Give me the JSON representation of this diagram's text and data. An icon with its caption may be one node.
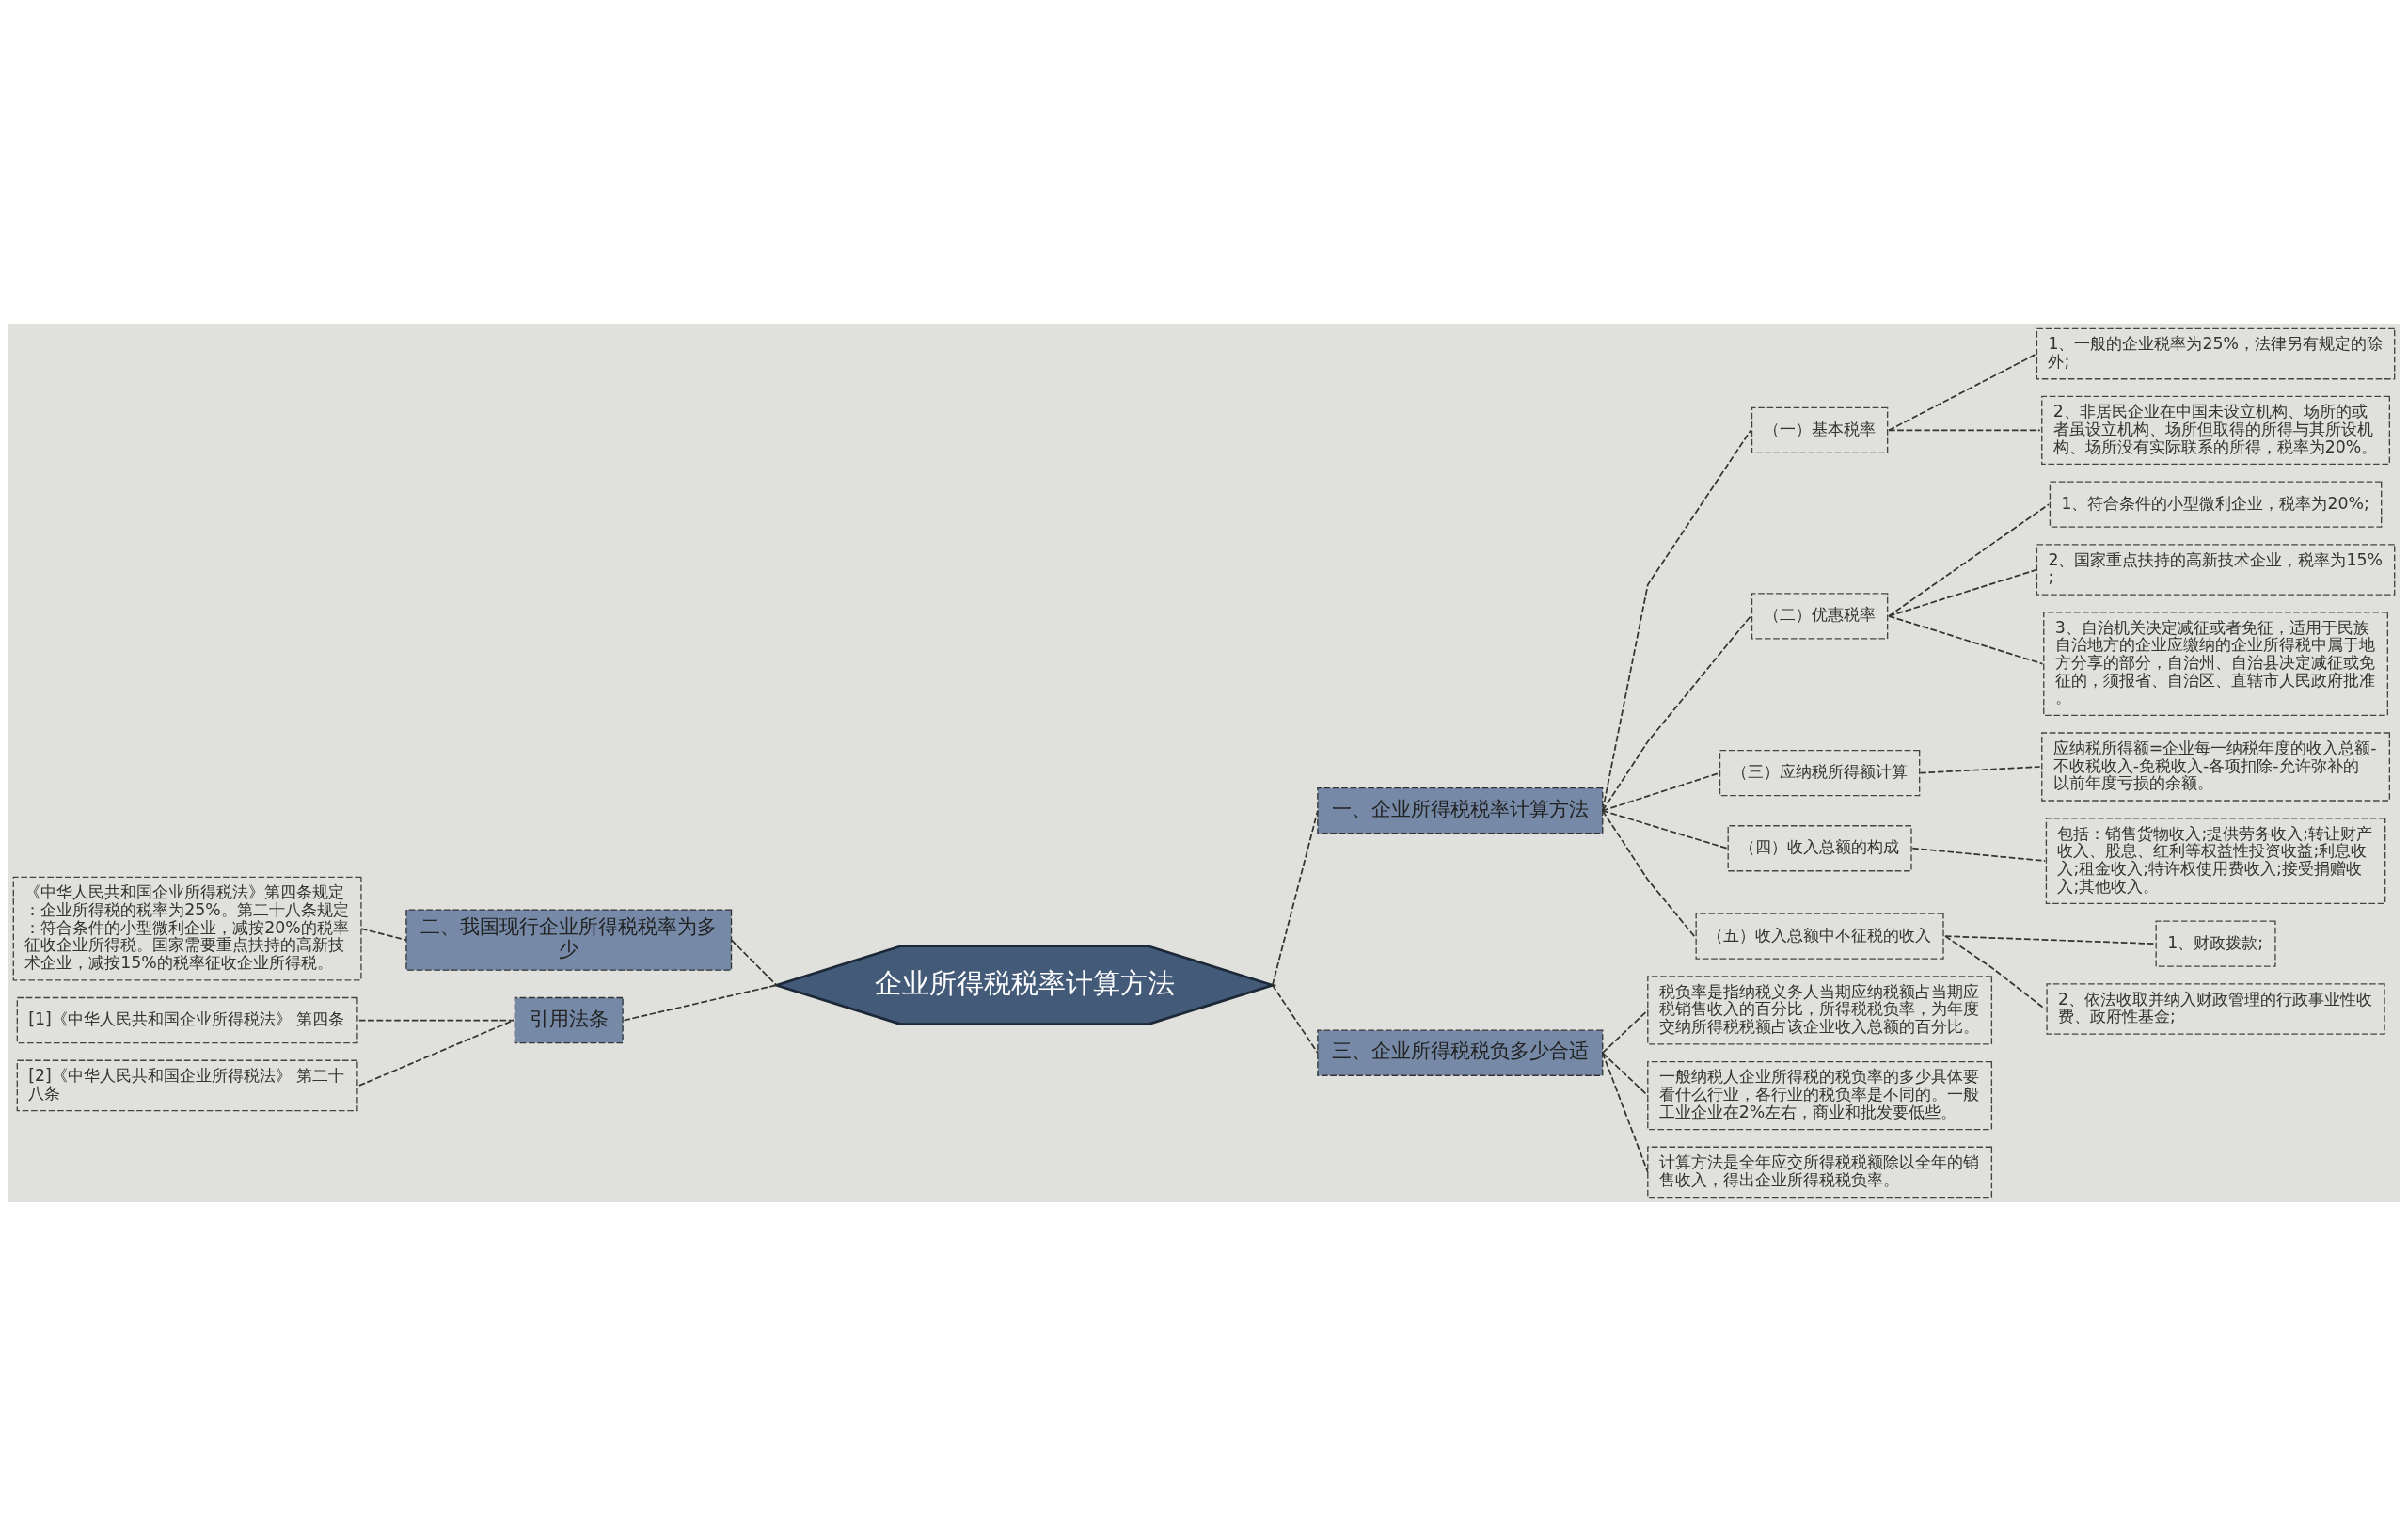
{
  "diagram": {
    "nodes": [
      {
        "text": [
          "企业所得税税率计算方法"
        ]
      },
      {
        "text": [
          "一、企业所得税税率计算方法"
        ]
      },
      {
        "text": [
          "（一）基本税率"
        ]
      },
      {
        "text": [
          "1、一般的企业税率为25%，法律另有规定的除外;"
        ]
      },
      {
        "text": [
          "2、非居民企业在中国未设立机构、场所的或者虽设立机构、场所但取得的所得与其所设机构、场所没有实际联系的所得，税率为20%。"
        ]
      },
      {
        "text": [
          "（二）优惠税率"
        ]
      },
      {
        "text": [
          "1、符合条件的小型微利企业，税率为20%;"
        ]
      },
      {
        "text": [
          "2、国家重点扶持的高新技术企业，税率为15%;"
        ]
      },
      {
        "text": [
          "3、自治机关决定减征或者免征，适用于民族自治地方的企业应缴纳的企业所得税中属于地方分享的部分，自治州、自治县决定减征或免征的，须报省、自治区、直辖市人民政府批准。"
        ]
      },
      {
        "text": [
          "（三）应纳税所得额计算"
        ]
      },
      {
        "text": [
          "应纳税所得额=企业每一纳税年度的收入总额-不收税收入-免税收入-各项扣除-允许弥补的以前年度亏损的余额。"
        ]
      },
      {
        "text": [
          "（四）收入总额的构成"
        ]
      },
      {
        "text": [
          "包括：销售货物收入;提供劳务收入;转让财产收入、股息、红利等权益性投资收益;利息收入;租金收入;特许权使用费收入;接受捐赠收入;其他收入。"
        ]
      },
      {
        "text": [
          "（五）收入总额中不征税的收入"
        ]
      },
      {
        "text": [
          "1、财政拨款;"
        ]
      },
      {
        "text": [
          "2、依法收取并纳入财政管理的行政事业性收费、政府性基金;"
        ]
      },
      {
        "text": [
          "三、企业所得税税负多少合适"
        ]
      },
      {
        "text": [
          "税负率是指纳税义务人当期应纳税额占当期应税销售收入的百分比，所得税税负率，为年度交纳所得税税额占该企业收入总额的百分比。"
        ]
      },
      {
        "text": [
          "一般纳税人企业所得税的税负率的多少具体要看什么行业，各行业的税负率是不同的。一般工业企业在2%左右，商业和批发要低些。"
        ]
      },
      {
        "text": [
          "计算方法是全年应交所得税税额除以全年的销售收入，得出企业所得税税负率。"
        ]
      },
      {
        "text": [
          "二、我国现行企业所得税税率为多少"
        ]
      },
      {
        "text": [
          "《中华人民共和国企业所得税法》第四条规定：企业所得税的税率为25%。第二十八条规定：符合条件的小型微利企业，减按20%的税率征收企业所得税。国家需要重点扶持的高新技术企业，减按15%的税率征收企业所得税。"
        ]
      },
      {
        "text": [
          "引用法条"
        ]
      },
      {
        "text": [
          "[1]《中华人民共和国企业所得税法》 第四条"
        ]
      },
      {
        "text": [
          "[2]《中华人民共和国企业所得税法》 第二十八条"
        ]
      }
    ],
    "edges": [
      {
        "from": 0,
        "to": 1,
        "arrow": "none",
        "style": "dashed"
      },
      {
        "from": 1,
        "to": 2,
        "arrow": "none",
        "style": "dashed"
      },
      {
        "from": 2,
        "to": 3,
        "arrow": "none",
        "style": "dashed"
      },
      {
        "from": 2,
        "to": 4,
        "arrow": "none",
        "style": "dashed"
      },
      {
        "from": 1,
        "to": 5,
        "arrow": "none",
        "style": "dashed"
      },
      {
        "from": 5,
        "to": 6,
        "arrow": "none",
        "style": "dashed"
      },
      {
        "from": 5,
        "to": 7,
        "arrow": "none",
        "style": "dashed"
      },
      {
        "from": 5,
        "to": 8,
        "arrow": "none",
        "style": "dashed"
      },
      {
        "from": 1,
        "to": 9,
        "arrow": "none",
        "style": "dashed"
      },
      {
        "from": 9,
        "to": 10,
        "arrow": "none",
        "style": "dashed"
      },
      {
        "from": 1,
        "to": 11,
        "arrow": "none",
        "style": "dashed"
      },
      {
        "from": 11,
        "to": 12,
        "arrow": "none",
        "style": "dashed"
      },
      {
        "from": 1,
        "to": 13,
        "arrow": "none",
        "style": "dashed"
      },
      {
        "from": 13,
        "to": 14,
        "arrow": "none",
        "style": "dashed"
      },
      {
        "from": 13,
        "to": 15,
        "arrow": "none",
        "style": "dashed"
      },
      {
        "from": 0,
        "to": 16,
        "arrow": "none",
        "style": "dashed"
      },
      {
        "from": 16,
        "to": 17,
        "arrow": "none",
        "style": "dashed"
      },
      {
        "from": 16,
        "to": 18,
        "arrow": "none",
        "style": "dashed"
      },
      {
        "from": 16,
        "to": 19,
        "arrow": "none",
        "style": "dashed"
      },
      {
        "from": 21,
        "to": 20,
        "arrow": "none",
        "style": "dashed"
      },
      {
        "from": 20,
        "to": 0,
        "arrow": "none",
        "style": "dashed"
      },
      {
        "from": 23,
        "to": 22,
        "arrow": "none",
        "style": "dashed"
      },
      {
        "from": 24,
        "to": 22,
        "arrow": "none",
        "style": "dashed"
      },
      {
        "from": 22,
        "to": 0,
        "arrow": "none",
        "style": "dashed"
      }
    ]
  }
}
